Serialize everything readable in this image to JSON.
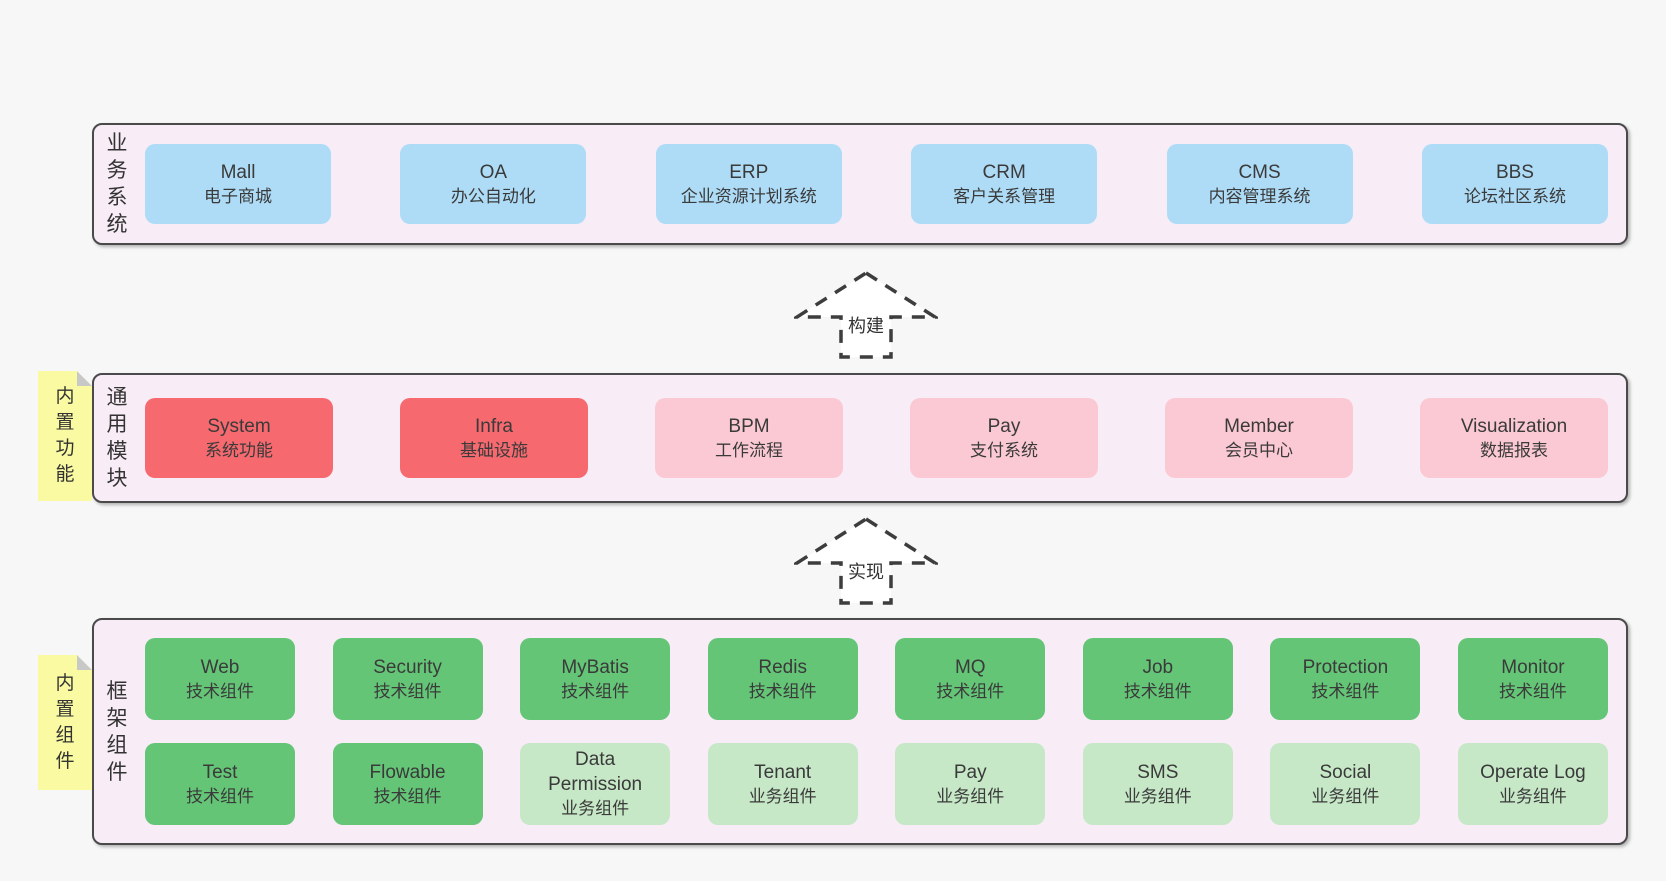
{
  "colors": {
    "background": "#f7f7f7",
    "container_fill": "#f8edf6",
    "container_border": "#4a4a4a",
    "blue": "#aedcf7",
    "red": "#f5696f",
    "pink": "#fbc9d3",
    "green": "#64c577",
    "light_green": "#c6e8c7",
    "note_yellow": "#fafaa3",
    "note_fold": "#c8c8c8",
    "arrow_stroke": "#3d3d3d",
    "text": "#3a3a3a"
  },
  "layers": [
    {
      "id": "business",
      "label": "业务系统",
      "box_size": "a",
      "rows": [
        [
          {
            "title": "Mall",
            "subtitle": "电子商城",
            "color": "blue"
          },
          {
            "title": "OA",
            "subtitle": "办公自动化",
            "color": "blue"
          },
          {
            "title": "ERP",
            "subtitle": "企业资源计划系统",
            "color": "blue"
          },
          {
            "title": "CRM",
            "subtitle": "客户关系管理",
            "color": "blue"
          },
          {
            "title": "CMS",
            "subtitle": "内容管理系统",
            "color": "blue"
          },
          {
            "title": "BBS",
            "subtitle": "论坛社区系统",
            "color": "blue"
          }
        ]
      ]
    },
    {
      "id": "modules",
      "label": "通用模块",
      "box_size": "b",
      "rows": [
        [
          {
            "title": "System",
            "subtitle": "系统功能",
            "color": "red"
          },
          {
            "title": "Infra",
            "subtitle": "基础设施",
            "color": "red"
          },
          {
            "title": "BPM",
            "subtitle": "工作流程",
            "color": "pink"
          },
          {
            "title": "Pay",
            "subtitle": "支付系统",
            "color": "pink"
          },
          {
            "title": "Member",
            "subtitle": "会员中心",
            "color": "pink"
          },
          {
            "title": "Visualization",
            "subtitle": "数据报表",
            "color": "pink"
          }
        ]
      ]
    },
    {
      "id": "components",
      "label": "框架组件",
      "box_size": "c",
      "rows": [
        [
          {
            "title": "Web",
            "subtitle": "技术组件",
            "color": "green"
          },
          {
            "title": "Security",
            "subtitle": "技术组件",
            "color": "green"
          },
          {
            "title": "MyBatis",
            "subtitle": "技术组件",
            "color": "green"
          },
          {
            "title": "Redis",
            "subtitle": "技术组件",
            "color": "green"
          },
          {
            "title": "MQ",
            "subtitle": "技术组件",
            "color": "green"
          },
          {
            "title": "Job",
            "subtitle": "技术组件",
            "color": "green"
          },
          {
            "title": "Protection",
            "subtitle": "技术组件",
            "color": "green"
          },
          {
            "title": "Monitor",
            "subtitle": "技术组件",
            "color": "green"
          }
        ],
        [
          {
            "title": "Test",
            "subtitle": "技术组件",
            "color": "green"
          },
          {
            "title": "Flowable",
            "subtitle": "技术组件",
            "color": "green"
          },
          {
            "title": "Data Permission",
            "subtitle": "业务组件",
            "color": "light_green"
          },
          {
            "title": "Tenant",
            "subtitle": "业务组件",
            "color": "light_green"
          },
          {
            "title": "Pay",
            "subtitle": "业务组件",
            "color": "light_green"
          },
          {
            "title": "SMS",
            "subtitle": "业务组件",
            "color": "light_green"
          },
          {
            "title": "Social",
            "subtitle": "业务组件",
            "color": "light_green"
          },
          {
            "title": "Operate Log",
            "subtitle": "业务组件",
            "color": "light_green"
          }
        ]
      ]
    }
  ],
  "notes": [
    {
      "text": "内置功能",
      "attached_to": "modules"
    },
    {
      "text": "内置组件",
      "attached_to": "components"
    }
  ],
  "arrows": [
    {
      "label": "构建"
    },
    {
      "label": "实现"
    }
  ]
}
